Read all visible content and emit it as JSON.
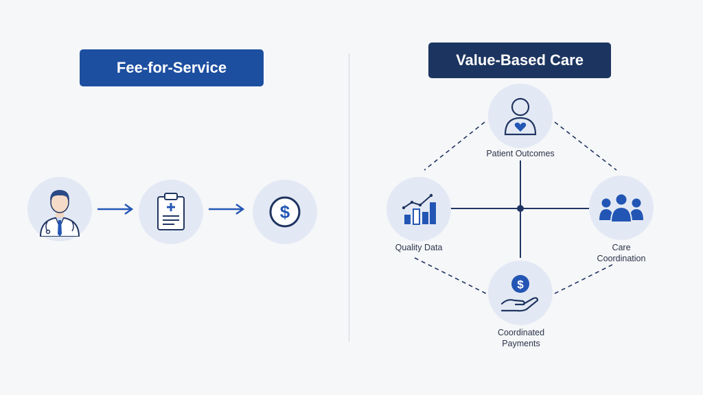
{
  "fee_for_service": {
    "title": "Fee-for-Service",
    "steps": [
      {
        "icon": "doctor-icon"
      },
      {
        "icon": "clipboard-icon"
      },
      {
        "icon": "dollar-icon"
      }
    ]
  },
  "value_based_care": {
    "title": "Value-Based Care",
    "nodes": {
      "patient_outcomes": {
        "label": "Patient Outcomes",
        "icon": "patient-heart-icon"
      },
      "quality_data": {
        "label": "Quality Data",
        "icon": "bar-chart-icon"
      },
      "care_coordination": {
        "label_line1": "Care",
        "label_line2": "Coordination",
        "icon": "people-group-icon"
      },
      "coordinated_payments": {
        "label_line1": "Coordinated",
        "label_line2": "Payments",
        "icon": "hand-coin-icon"
      }
    }
  },
  "colors": {
    "left_badge": "#1d4fa0",
    "right_badge": "#1c3560",
    "icon_blue": "#2356b4",
    "icon_navy": "#1f3460",
    "circle_fill": "#e3e9f4",
    "divider": "#d0d4db"
  }
}
